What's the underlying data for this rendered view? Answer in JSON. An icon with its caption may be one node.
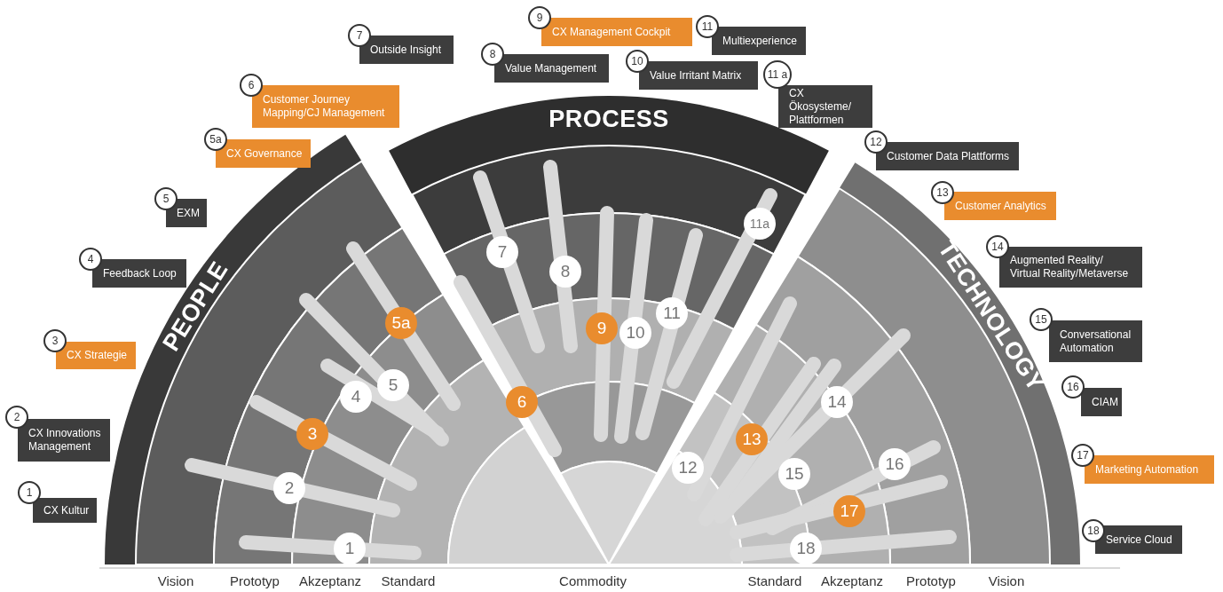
{
  "diagram": {
    "nodes": [
      {
        "text": [
          "PEOPLE"
        ]
      },
      {
        "text": [
          "PROCESS"
        ]
      },
      {
        "text": [
          "TECHNOLOGY"
        ]
      },
      {
        "text": [
          "1",
          "CX Kultur"
        ]
      },
      {
        "text": [
          "2",
          "CX Innovations Management"
        ]
      },
      {
        "text": [
          "3",
          "CX Strategie"
        ]
      },
      {
        "text": [
          "4",
          "Feedback Loop"
        ]
      },
      {
        "text": [
          "5",
          "EXM"
        ]
      },
      {
        "text": [
          "5a",
          "CX Governance"
        ]
      },
      {
        "text": [
          "6",
          "Customer Journey Mapping/CJ Management"
        ]
      },
      {
        "text": [
          "7",
          "Outside Insight"
        ]
      },
      {
        "text": [
          "8",
          "Value Management"
        ]
      },
      {
        "text": [
          "9",
          "CX Management Cockpit"
        ]
      },
      {
        "text": [
          "10",
          "Value Irritant Matrix"
        ]
      },
      {
        "text": [
          "11",
          "Multiexperience"
        ]
      },
      {
        "text": [
          "11 a",
          "CX Ökosysteme/ Plattformen"
        ]
      },
      {
        "text": [
          "12",
          "Customer Data Plattforms"
        ]
      },
      {
        "text": [
          "13",
          "Customer Analytics"
        ]
      },
      {
        "text": [
          "14",
          "Augmented Reality/ Virtual Reality/Metaverse"
        ]
      },
      {
        "text": [
          "15",
          "Conversational Automation"
        ]
      },
      {
        "text": [
          "16",
          "CIAM"
        ]
      },
      {
        "text": [
          "17",
          "Marketing Automation"
        ]
      },
      {
        "text": [
          "18",
          "Service Cloud"
        ]
      },
      {
        "text": [
          "1"
        ]
      },
      {
        "text": [
          "2"
        ]
      },
      {
        "text": [
          "3"
        ]
      },
      {
        "text": [
          "4"
        ]
      },
      {
        "text": [
          "5"
        ]
      },
      {
        "text": [
          "5a"
        ]
      },
      {
        "text": [
          "6"
        ]
      },
      {
        "text": [
          "7"
        ]
      },
      {
        "text": [
          "8"
        ]
      },
      {
        "text": [
          "9"
        ]
      },
      {
        "text": [
          "10"
        ]
      },
      {
        "text": [
          "11"
        ]
      },
      {
        "text": [
          "11a"
        ]
      },
      {
        "text": [
          "12"
        ]
      },
      {
        "text": [
          "13"
        ]
      },
      {
        "text": [
          "14"
        ]
      },
      {
        "text": [
          "15"
        ]
      },
      {
        "text": [
          "16"
        ]
      },
      {
        "text": [
          "17"
        ]
      },
      {
        "text": [
          "18"
        ]
      }
    ],
    "labels": [
      "Vision",
      "Prototyp",
      "Akzeptanz",
      "Standard",
      "Commodity",
      "Standard",
      "Akzeptanz",
      "Prototyp",
      "Vision"
    ]
  }
}
